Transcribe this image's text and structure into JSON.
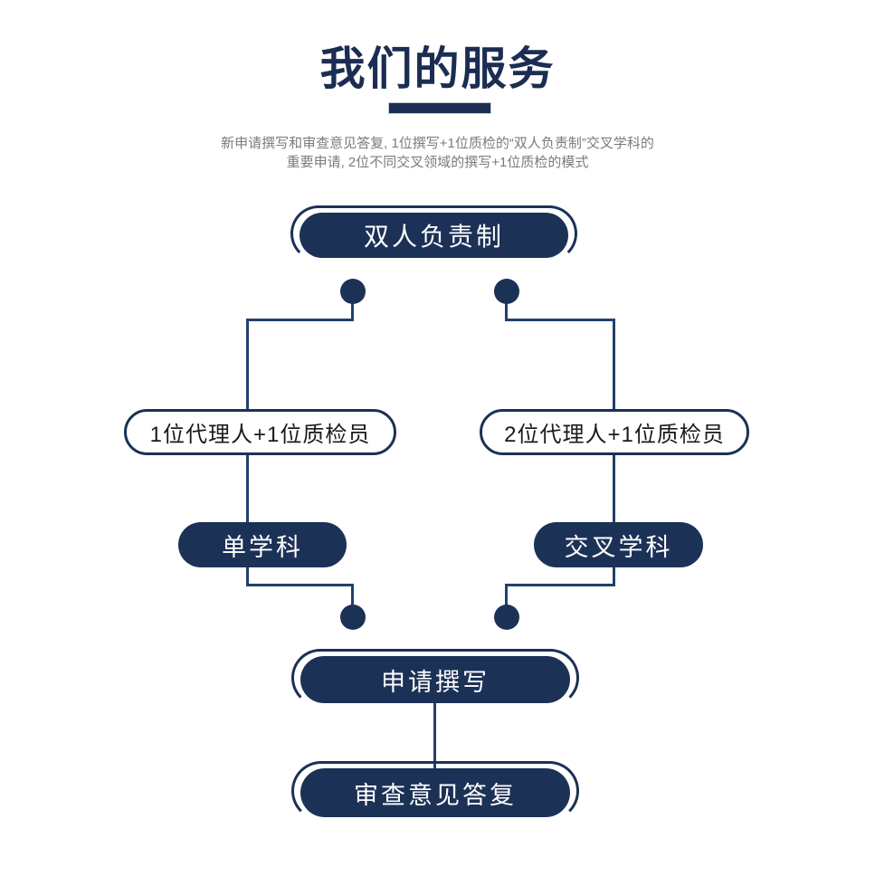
{
  "header": {
    "title": "我们的服务",
    "subtitle_line1": "新申请撰写和审查意见答复, 1位撰写+1位质检的“双人负责制”交叉学科的",
    "subtitle_line2": "重要申请, 2位不同交叉领域的撰写+1位质检的模式"
  },
  "flowchart": {
    "top_node": "双人负责制",
    "left_branch": {
      "team": "1位代理人+1位质检员",
      "type": "单学科"
    },
    "right_branch": {
      "team": "2位代理人+1位质检员",
      "type": "交叉学科"
    },
    "bottom_nodes": [
      "申请撰写",
      "审查意见答复"
    ]
  },
  "colors": {
    "navy_fill": "#1c3156",
    "title_navy": "#1b2d52",
    "connector": "#23406b",
    "subtitle_gray": "#7b7b7b",
    "background": "#ffffff"
  }
}
